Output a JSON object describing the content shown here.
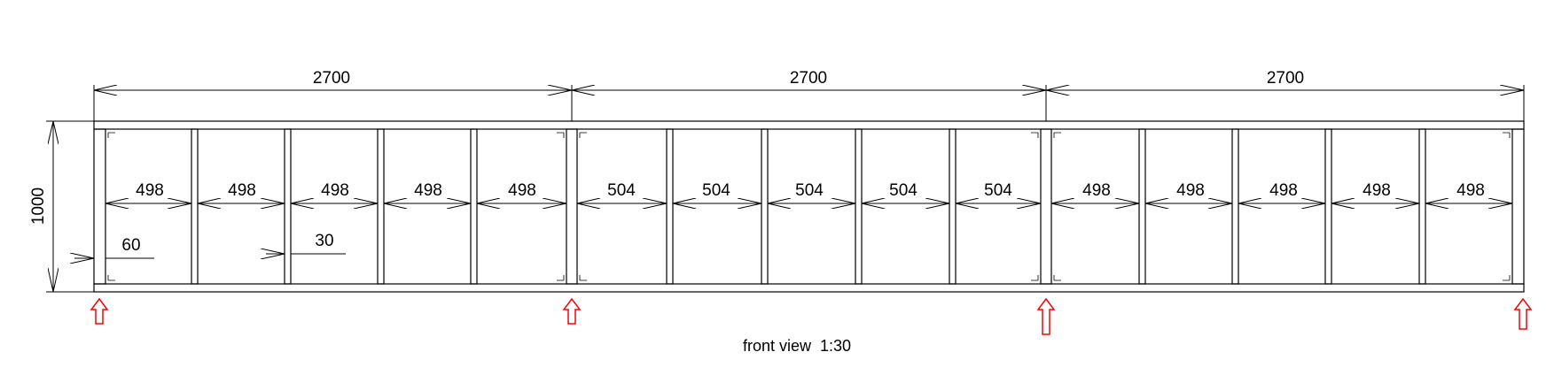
{
  "drawing": {
    "caption": "front view  1:30",
    "overall_height_label": "1000",
    "module_width_labels": [
      "2700",
      "2700",
      "2700"
    ],
    "bay_labels": [
      [
        "498",
        "498",
        "498",
        "498",
        "498"
      ],
      [
        "504",
        "504",
        "504",
        "504",
        "504"
      ],
      [
        "498",
        "498",
        "498",
        "498",
        "498"
      ]
    ],
    "detail_labels": {
      "end_post": "60",
      "inner_post": "30"
    },
    "support_arrow_count": 4,
    "colors": {
      "line": "#000000",
      "support_arrow": "#ff0000",
      "background": "#ffffff"
    }
  }
}
